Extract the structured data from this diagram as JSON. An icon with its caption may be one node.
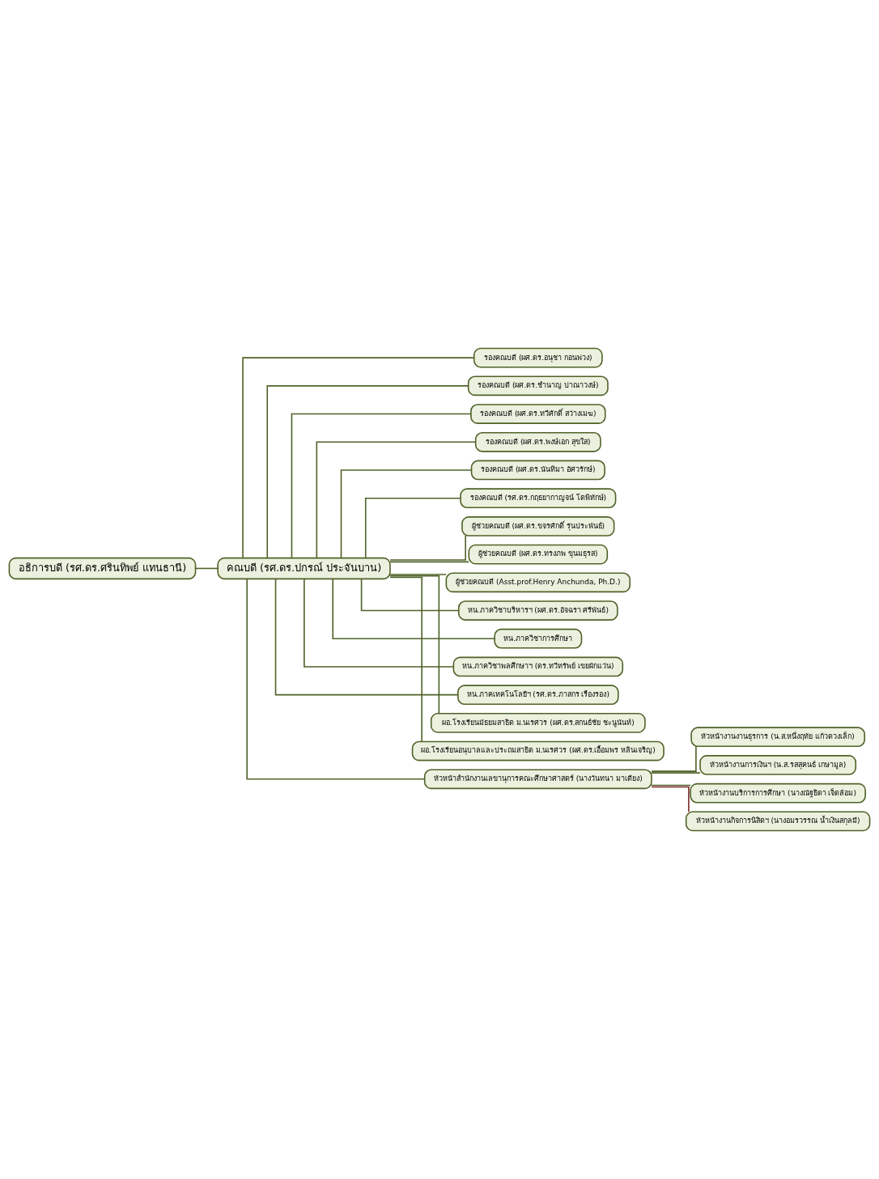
{
  "diagram": {
    "nodes": [
      {
        "text": [
          "อธิการบดี (รศ.ดร.ศรินทิพย์ แทนธานี)"
        ]
      },
      {
        "text": [
          "คณบดี (รศ.ดร.ปกรณ์ ประจันบาน)"
        ]
      },
      {
        "text": [
          "รองคณบดี (ผศ.ดร.อนุชา กอนพ่วง)"
        ]
      },
      {
        "text": [
          "รองคณบดี (ผศ.ดร.ชำนาญ ปาณาวงษ์)"
        ]
      },
      {
        "text": [
          "รองคณบดี (ผศ.ดร.ทวีศักดิ์ สว่างเมฆ)"
        ]
      },
      {
        "text": [
          "รองคณบดี (ผศ.ดร.พงษ์เอก สุขใส)"
        ]
      },
      {
        "text": [
          "รองคณบดี (ผศ.ดร.นันทิมา อัศวรักษ์)"
        ]
      },
      {
        "text": [
          "รองคณบดี (รศ.ดร.กฤธยากาญจน์ โตพิทักษ์)"
        ]
      },
      {
        "text": [
          "ผู้ช่วยคณบดี (ผศ.ดร.ขจรศักดิ์ รุ่นประพันธ์)"
        ]
      },
      {
        "text": [
          "ผู้ช่วยคณบดี (ผศ.ดร.ทรงภพ ขุนมธุรส)"
        ]
      },
      {
        "text": [
          "ผู้ช่วยคณบดี (Asst.prof.Henry Anchunda, Ph.D.)"
        ]
      },
      {
        "text": [
          "หน.ภาควิชาบริหารฯ (ผศ.ดร.อัจฉรา ศรีพันธ์)"
        ]
      },
      {
        "text": [
          "หน.ภาควิชาการศึกษา"
        ]
      },
      {
        "text": [
          "หน.ภาควิชาพลศึกษาฯ (ดร.ทวีทรัพย์ เขยผักแว่น)"
        ]
      },
      {
        "text": [
          "หน.ภาคเทคโนโลยีฯ (รศ.ดร.ภาสกร เรืองรอง)"
        ]
      },
      {
        "text": [
          "ผอ.โรงเรียนมัธยมสาธิต ม.นเรศวร (ผศ.ดร.สกนธ์ชัย ชะนูนันท์)"
        ]
      },
      {
        "text": [
          "ผอ.โรงเรียนอนุบาลและประถมสาธิต ม.นเรศวร (ผศ.ดร.เอื้อมพร หลินเจริญ)"
        ]
      },
      {
        "text": [
          "หัวหน้าสำนักงานเลขานุการคณะศึกษาศาสตร์ (นางวันทนา มาเตียง)"
        ]
      },
      {
        "text": [
          "หัวหน้างานงานธุรการ (น.ส.หนึ่งฤทัย แก้วดวงเล็ก)"
        ]
      },
      {
        "text": [
          "หัวหน้างานการเงินฯ (น.ส.รสสุคนธ์ เกษามูล)"
        ]
      },
      {
        "text": [
          "หัวหน้างานบริการการศึกษา (นางณัฐธิดา เจ็ดล้อม)"
        ]
      },
      {
        "text": [
          "หัวหน้างานกิจการนิสิตฯ (นางอมรวรรณ น้ำเงินสกุลมี)"
        ]
      }
    ],
    "edges": [
      {
        "from": 0,
        "to": 1,
        "arrow": "none"
      },
      {
        "from": 1,
        "to": 2,
        "arrow": "none"
      },
      {
        "from": 1,
        "to": 3,
        "arrow": "none"
      },
      {
        "from": 1,
        "to": 4,
        "arrow": "none"
      },
      {
        "from": 1,
        "to": 5,
        "arrow": "none"
      },
      {
        "from": 1,
        "to": 6,
        "arrow": "none"
      },
      {
        "from": 1,
        "to": 7,
        "arrow": "none"
      },
      {
        "from": 1,
        "to": 8,
        "arrow": "none"
      },
      {
        "from": 1,
        "to": 9,
        "arrow": "none"
      },
      {
        "from": 1,
        "to": 10,
        "arrow": "none"
      },
      {
        "from": 1,
        "to": 11,
        "arrow": "none"
      },
      {
        "from": 1,
        "to": 12,
        "arrow": "none"
      },
      {
        "from": 1,
        "to": 13,
        "arrow": "none"
      },
      {
        "from": 1,
        "to": 14,
        "arrow": "none"
      },
      {
        "from": 1,
        "to": 15,
        "arrow": "none"
      },
      {
        "from": 1,
        "to": 16,
        "arrow": "none"
      },
      {
        "from": 1,
        "to": 17,
        "arrow": "none"
      },
      {
        "from": 17,
        "to": 18,
        "arrow": "none"
      },
      {
        "from": 17,
        "to": 19,
        "arrow": "none"
      },
      {
        "from": 17,
        "to": 20,
        "arrow": "none"
      },
      {
        "from": 17,
        "to": 21,
        "arrow": "none",
        "color": "#7b2c2c"
      }
    ]
  }
}
